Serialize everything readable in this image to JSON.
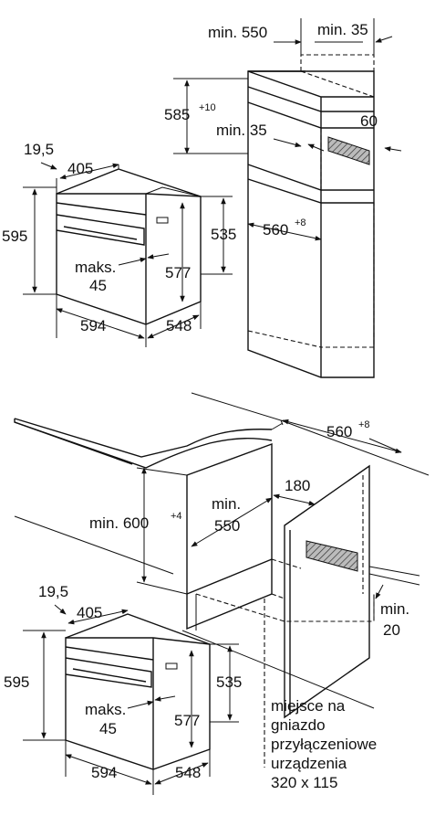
{
  "top_diagram": {
    "cabinet_width": "min. 550",
    "side_gap": "min. 35",
    "height": "585",
    "height_tolerance": "+10",
    "back_gap": "min. 35",
    "vent": "60",
    "inner_width": "560",
    "inner_width_tolerance": "+8"
  },
  "bottom_diagram": {
    "inner_width": "560",
    "inner_width_tolerance": "+8",
    "vent_depth": "180",
    "height": "min. 600",
    "height_tolerance": "+4",
    "depth_line1": "min.",
    "depth_line2": "550",
    "gap_line1": "min.",
    "gap_line2": "20",
    "note_lines": [
      "miejsce na",
      "gniazdo",
      "przyłączeniowe",
      "urządzenia",
      "320 x 115"
    ]
  },
  "oven": {
    "panel": "19,5",
    "depth_top": "405",
    "height_front": "595",
    "height_side": "535",
    "max_line1": "maks.",
    "max_line2": "45",
    "inner_height": "577",
    "width": "594",
    "depth": "548"
  },
  "colors": {
    "line": "#111111",
    "background": "#ffffff",
    "hatch": "#999999"
  }
}
